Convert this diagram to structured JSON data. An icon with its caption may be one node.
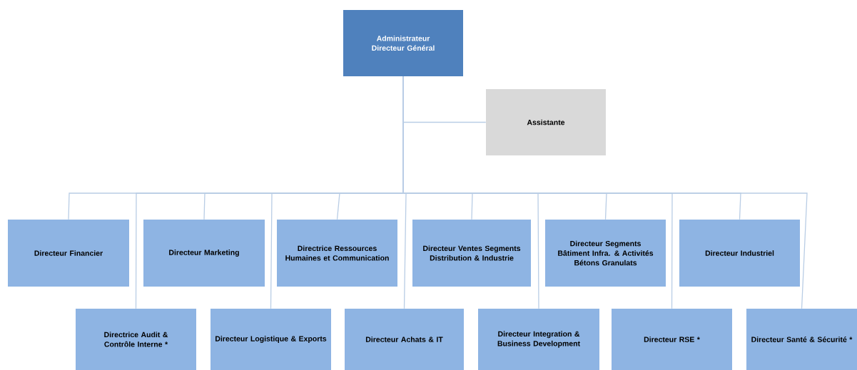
{
  "diagram": {
    "nodes": [
      {
        "text": [
          "Administrateur Directeur Général"
        ]
      },
      {
        "text": [
          "Assistante"
        ]
      },
      {
        "text": [
          "Directeur Financier"
        ]
      },
      {
        "text": [
          "Directeur Marketing"
        ]
      },
      {
        "text": [
          "Directrice Ressources Humaines et Communication"
        ]
      },
      {
        "text": [
          "Directeur Ventes Segments Distribution & Industrie"
        ]
      },
      {
        "text": [
          "Directeur Segments Bâtiment Infra. & Activités Bétons Granulats"
        ]
      },
      {
        "text": [
          "Directeur Industriel"
        ]
      },
      {
        "text": [
          "Directrice Audit & Contrôle Interne *"
        ]
      },
      {
        "text": [
          "Directeur Logistique & Exports"
        ]
      },
      {
        "text": [
          "Directeur Achats & IT"
        ]
      },
      {
        "text": [
          "Directeur Integration & Business Development"
        ]
      },
      {
        "text": [
          "Directeur RSE *"
        ]
      },
      {
        "text": [
          "Directeur Santé & Sécurité *"
        ]
      }
    ],
    "edges": [
      {
        "from": 0,
        "to": 1,
        "arrow": "none"
      },
      {
        "from": 0,
        "to": 2,
        "arrow": "none"
      },
      {
        "from": 0,
        "to": 3,
        "arrow": "none"
      },
      {
        "from": 0,
        "to": 4,
        "arrow": "none"
      },
      {
        "from": 0,
        "to": 5,
        "arrow": "none"
      },
      {
        "from": 0,
        "to": 6,
        "arrow": "none"
      },
      {
        "from": 0,
        "to": 7,
        "arrow": "none"
      },
      {
        "from": 0,
        "to": 8,
        "arrow": "none"
      },
      {
        "from": 0,
        "to": 9,
        "arrow": "none"
      },
      {
        "from": 0,
        "to": 10,
        "arrow": "none"
      },
      {
        "from": 0,
        "to": 11,
        "arrow": "none"
      },
      {
        "from": 0,
        "to": 12,
        "arrow": "none"
      },
      {
        "from": 0,
        "to": 13,
        "arrow": "none"
      }
    ]
  }
}
